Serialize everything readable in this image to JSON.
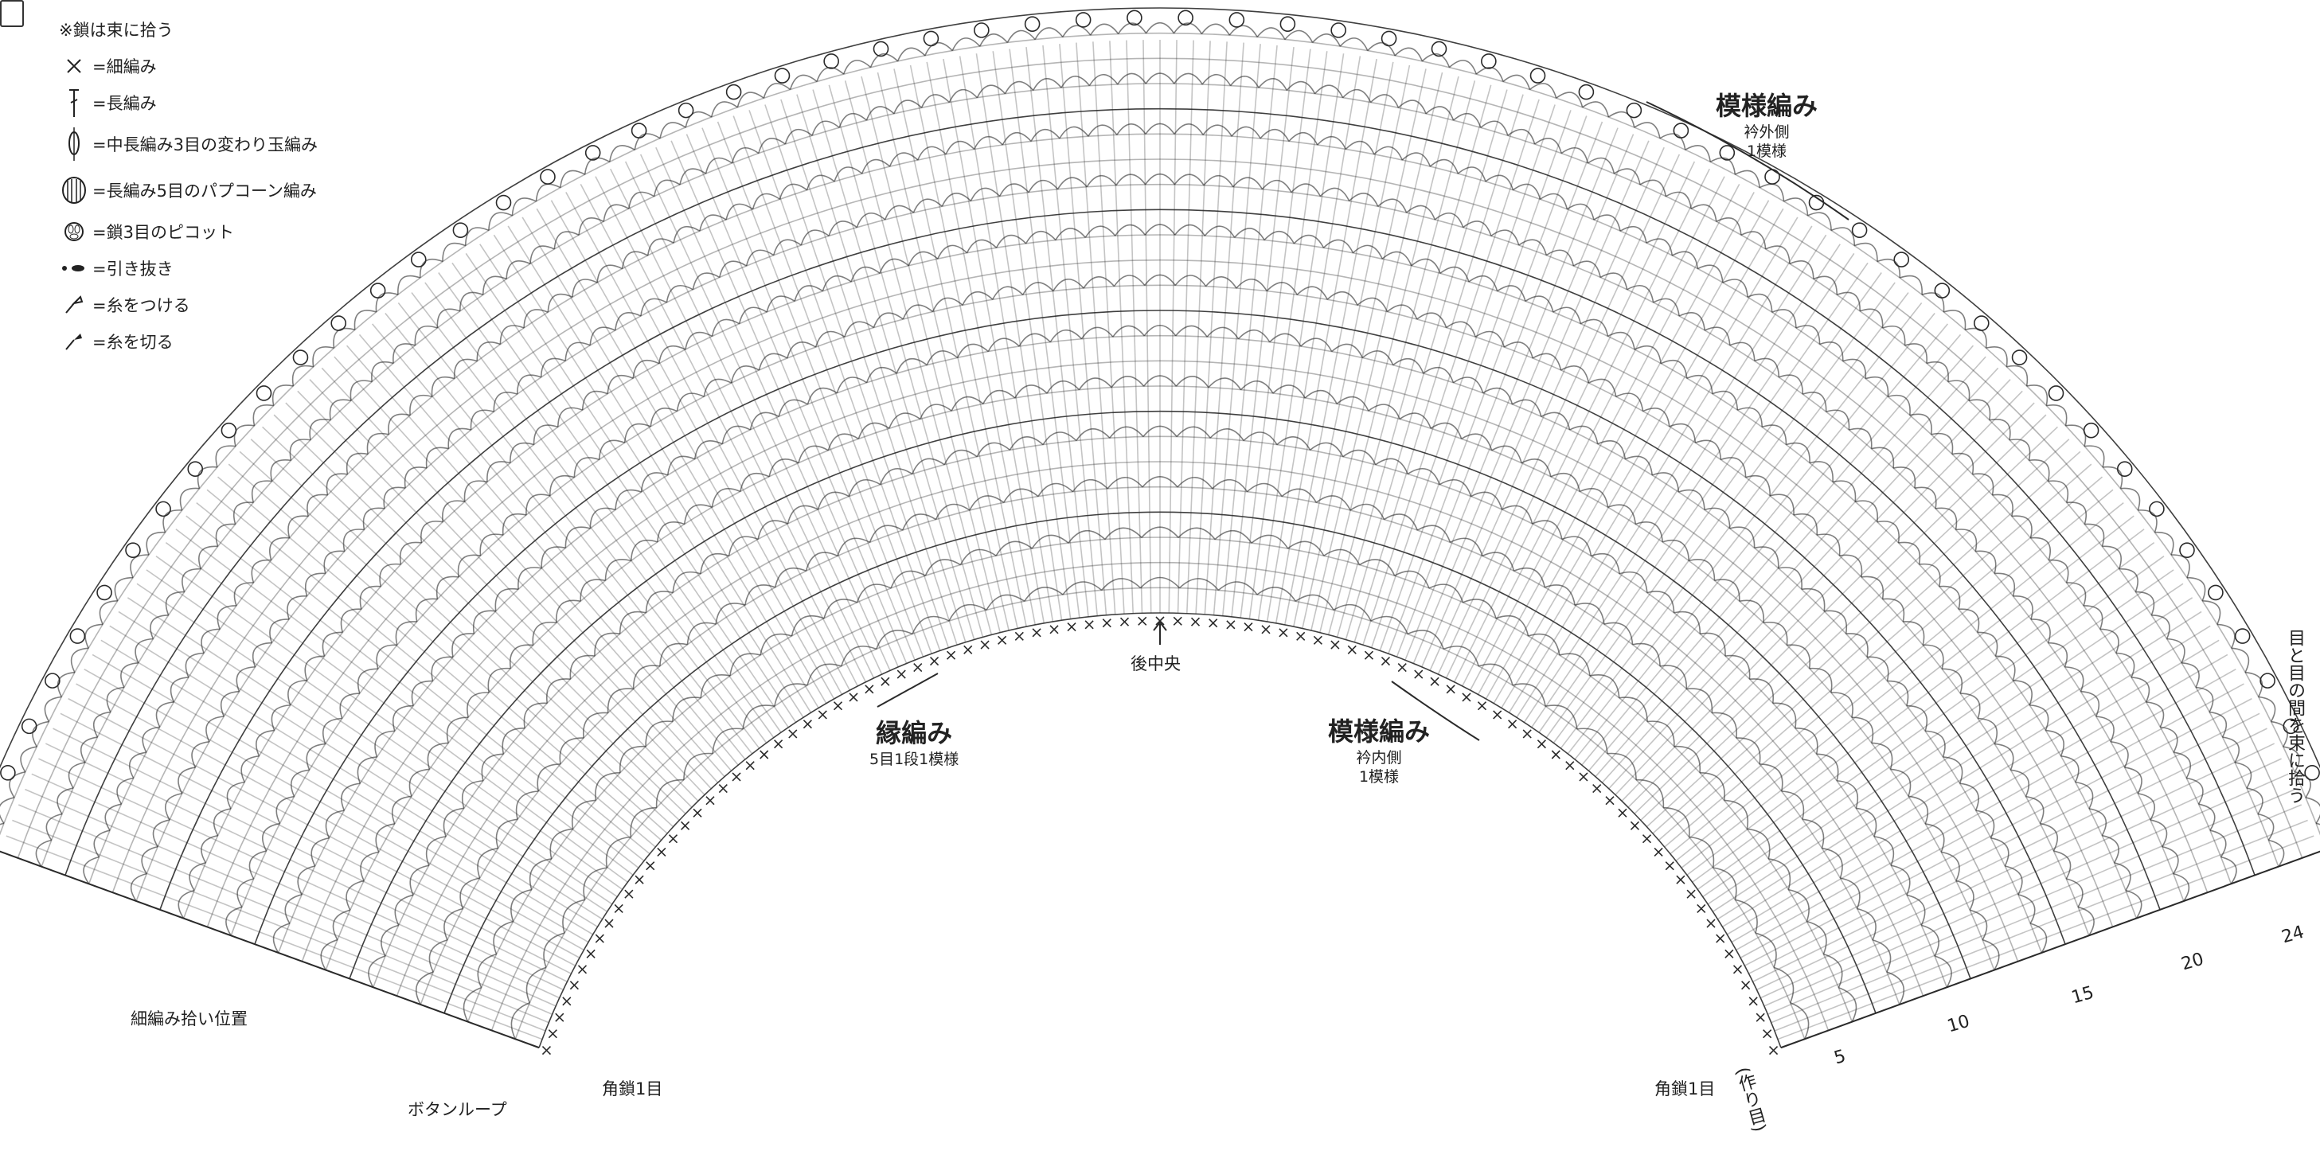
{
  "legend": {
    "note": "※鎖は束に拾う",
    "items": [
      {
        "icon": "single-crochet-x-icon",
        "label": "=細編み"
      },
      {
        "icon": "double-crochet-icon",
        "label": "=長編み"
      },
      {
        "icon": "modified-bobble-icon",
        "label": "=中長編み3目の変わり玉編み"
      },
      {
        "icon": "popcorn-icon",
        "label": "=長編み5目のパプコーン編み"
      },
      {
        "icon": "picot-icon",
        "label": "=鎖3目のピコット"
      },
      {
        "icon": "slip-stitch-icon",
        "label": "=引き抜き"
      },
      {
        "icon": "join-yarn-icon",
        "label": "=糸をつける"
      },
      {
        "icon": "cut-yarn-icon",
        "label": "=糸を切る"
      }
    ]
  },
  "labels": {
    "pattern_outer_title": "模様編み",
    "pattern_outer_sub1": "衿外側",
    "pattern_outer_sub2": "1模様",
    "pattern_inner_title": "模様編み",
    "pattern_inner_sub1": "衿内側",
    "pattern_inner_sub2": "1模様",
    "edging_title": "縁編み",
    "edging_sub": "5目1段1模様",
    "back_center": "後中央",
    "pickup_position": "細編み拾い位置",
    "button_loop": "ボタンループ",
    "corner_chain_left": "角鎖1目",
    "corner_chain_right": "角鎖1目",
    "foundation_chain": "(作り目)",
    "pick_between": "目と目の間を束に拾う"
  },
  "row_numbers": [
    "5",
    "10",
    "15",
    "20",
    "24"
  ],
  "colors": {
    "ink": "#2a2a2a",
    "background": "#ffffff"
  }
}
